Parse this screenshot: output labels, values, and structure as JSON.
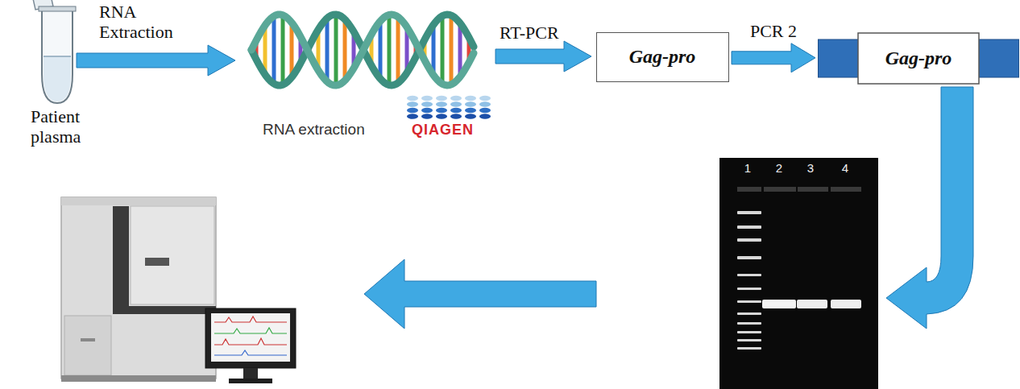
{
  "diagram": {
    "nodes": [
      {
        "text": [
          "Gag-pro"
        ]
      },
      {
        "text": [
          "Gag-pro"
        ]
      }
    ],
    "edges": [
      {
        "from": 0,
        "to": 1,
        "arrow": "to",
        "label": "PCR 2"
      }
    ],
    "labels": [
      "RNA Extraction",
      "Patient plasma",
      "RNA extraction",
      "QIAGEN",
      "RT-PCR",
      "1",
      "2",
      "3",
      "4"
    ]
  }
}
